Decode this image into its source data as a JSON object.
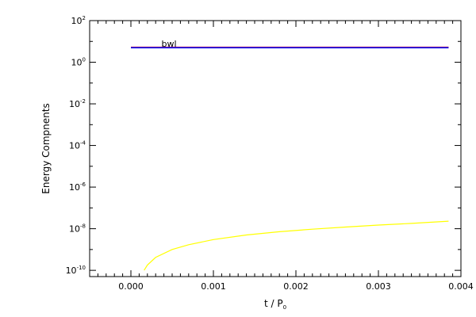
{
  "chart_data": {
    "type": "line",
    "xlabel": "t / P",
    "xlabel_sub": "0",
    "ylabel": "Energy Compnents",
    "xlim": [
      -0.0005,
      0.004
    ],
    "ylim_log10": [
      -10.3,
      2
    ],
    "y_scale": "log",
    "x_ticks": [
      "0.000",
      "0.001",
      "0.002",
      "0.003",
      "0.004"
    ],
    "x_tick_values": [
      0.0,
      0.001,
      0.002,
      0.003,
      0.004
    ],
    "y_tick_exponents": [
      -10,
      -8,
      -6,
      -4,
      -2,
      0,
      2
    ],
    "y_tick_base": "10",
    "grid": false,
    "legend_label": "bwl",
    "series": [
      {
        "color": "#ff0000",
        "x": [
          0.0,
          0.00385
        ],
        "y": [
          5.2,
          5.2
        ]
      },
      {
        "color": "#0000ff",
        "x": [
          0.0,
          0.00385
        ],
        "y": [
          5.0,
          5.0
        ]
      },
      {
        "color": "#ffff00",
        "x": [
          0.00016,
          0.0002,
          0.0003,
          0.0005,
          0.0007,
          0.001,
          0.0014,
          0.0018,
          0.0022,
          0.0026,
          0.003,
          0.0034,
          0.00385
        ],
        "y": [
          1e-10,
          1.8e-10,
          4.2e-10,
          1e-09,
          1.7e-09,
          3e-09,
          5e-09,
          7.2e-09,
          9.5e-09,
          1.2e-08,
          1.5e-08,
          1.8e-08,
          2.3e-08
        ]
      }
    ]
  }
}
